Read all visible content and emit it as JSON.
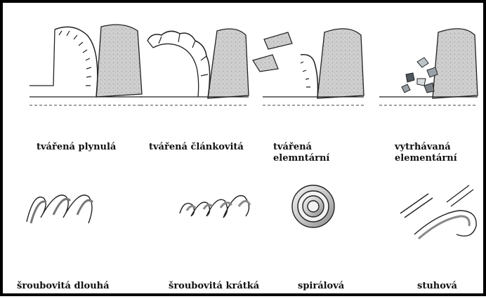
{
  "chip_types": {
    "row1": [
      {
        "line1": "tvářená plynulá",
        "line2": ""
      },
      {
        "line1": "tvářená článkovitá",
        "line2": ""
      },
      {
        "line1": "tvářená",
        "line2": "elemntární"
      },
      {
        "line1": "vytrhávaná",
        "line2": "elementární"
      }
    ],
    "row2": [
      {
        "label": "šroubovitá dlouhá"
      },
      {
        "label": "šroubovitá krátká"
      },
      {
        "label": "spirálová"
      },
      {
        "label": "stuhová"
      }
    ]
  },
  "colors": {
    "border": "#000000",
    "tool_fill": "#c9c9c9",
    "chip_stroke": "#222222",
    "chip_fill": "#eeeeee"
  }
}
